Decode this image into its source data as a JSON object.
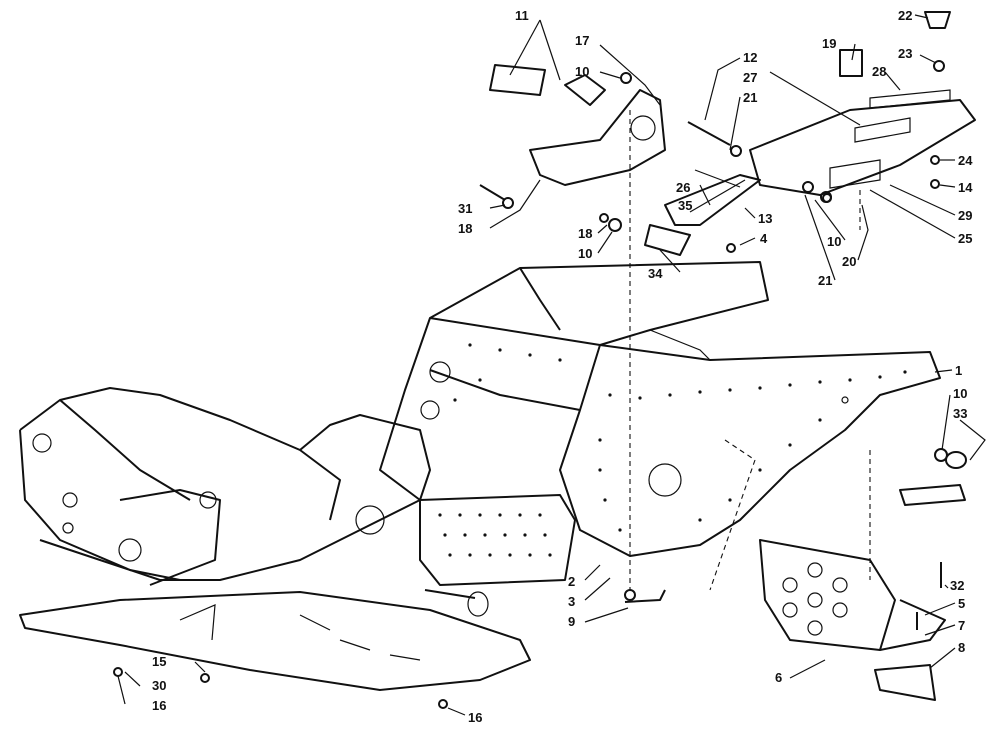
{
  "diagram": {
    "callouts": [
      {
        "id": "c1",
        "text": "11"
      },
      {
        "id": "c2",
        "text": "17"
      },
      {
        "id": "c3",
        "text": "10"
      },
      {
        "id": "c4",
        "text": "12"
      },
      {
        "id": "c5",
        "text": "27"
      },
      {
        "id": "c6",
        "text": "21"
      },
      {
        "id": "c7",
        "text": "19"
      },
      {
        "id": "c8",
        "text": "22"
      },
      {
        "id": "c9",
        "text": "23"
      },
      {
        "id": "c10",
        "text": "28"
      },
      {
        "id": "c11",
        "text": "24"
      },
      {
        "id": "c12",
        "text": "14"
      },
      {
        "id": "c13",
        "text": "29"
      },
      {
        "id": "c14",
        "text": "25"
      },
      {
        "id": "c15",
        "text": "10"
      },
      {
        "id": "c16",
        "text": "20"
      },
      {
        "id": "c17",
        "text": "21"
      },
      {
        "id": "c18",
        "text": "26"
      },
      {
        "id": "c19",
        "text": "35"
      },
      {
        "id": "c20",
        "text": "13"
      },
      {
        "id": "c21",
        "text": "4"
      },
      {
        "id": "c22",
        "text": "34"
      },
      {
        "id": "c23",
        "text": "31"
      },
      {
        "id": "c24",
        "text": "18"
      },
      {
        "id": "c25",
        "text": "18"
      },
      {
        "id": "c26",
        "text": "10"
      },
      {
        "id": "c27",
        "text": "1"
      },
      {
        "id": "c28",
        "text": "10"
      },
      {
        "id": "c29",
        "text": "33"
      },
      {
        "id": "c30",
        "text": "32"
      },
      {
        "id": "c31",
        "text": "5"
      },
      {
        "id": "c32",
        "text": "7"
      },
      {
        "id": "c33",
        "text": "8"
      },
      {
        "id": "c34",
        "text": "6"
      },
      {
        "id": "c35",
        "text": "2"
      },
      {
        "id": "c36",
        "text": "3"
      },
      {
        "id": "c37",
        "text": "9"
      },
      {
        "id": "c38",
        "text": "15"
      },
      {
        "id": "c39",
        "text": "30"
      },
      {
        "id": "c40",
        "text": "16"
      },
      {
        "id": "c41",
        "text": "16"
      }
    ]
  }
}
